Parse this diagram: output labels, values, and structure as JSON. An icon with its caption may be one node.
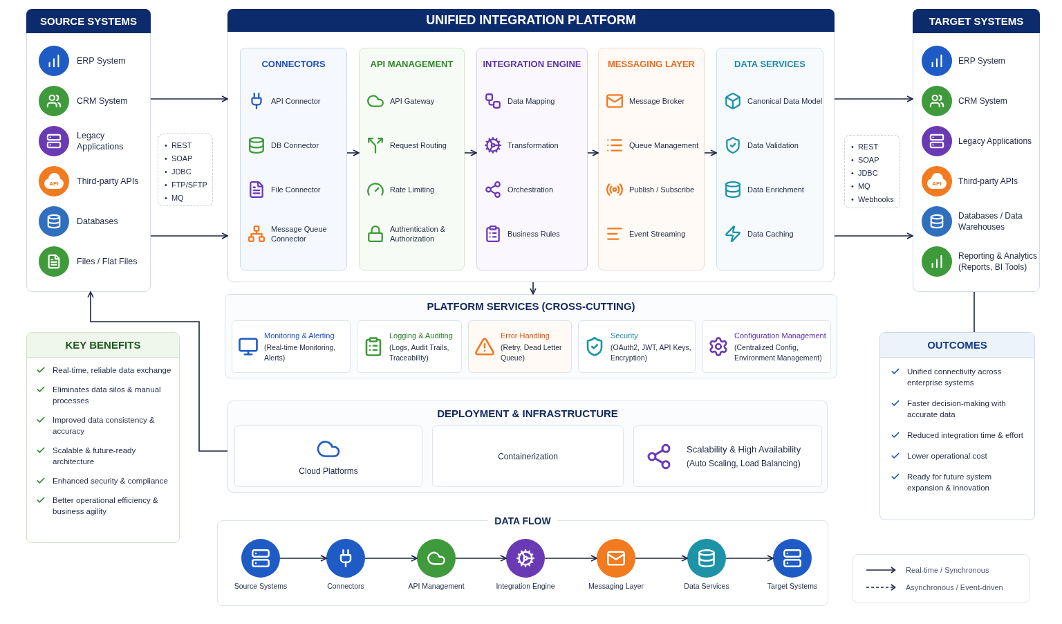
{
  "diagram": {
    "nodes": [
      {
        "text": [
          "SOURCE SYSTEMS",
          "ERP System",
          "CRM System",
          "Legacy Applications",
          "Third-party APIs",
          "Databases",
          "Files / Flat Files"
        ]
      },
      {
        "text": [
          "• REST",
          "• SOAP",
          "• JDBC",
          "• FTP/SFTP",
          "• MQ"
        ]
      },
      {
        "text": [
          "UNIFIED INTEGRATION PLATFORM"
        ]
      },
      {
        "text": [
          "CONNECTORS",
          "API Connector",
          "DB Connector",
          "File Connector",
          "Message Queue Connector"
        ],
        "in": 2
      },
      {
        "text": [
          "API MANAGEMENT",
          "API Gateway",
          "Request Routing",
          "Rate Limiting",
          "Authentication & Authorization"
        ],
        "in": 2
      },
      {
        "text": [
          "INTEGRATION ENGINE",
          "Data Mapping",
          "Transformation",
          "Orchestration",
          "Business Rules"
        ],
        "in": 2
      },
      {
        "text": [
          "MESSAGING LAYER",
          "Message Broker",
          "Queue Management",
          "Publish / Subscribe",
          "Event Streaming"
        ],
        "in": 2
      },
      {
        "text": [
          "DATA SERVICES",
          "Canonical Data Model",
          "Data Validation",
          "Data Enrichment",
          "Data Caching"
        ],
        "in": 2
      },
      {
        "text": [
          "• REST",
          "• SOAP",
          "• JDBC",
          "• MQ",
          "• Webhooks"
        ]
      },
      {
        "text": [
          "TARGET SYSTEMS",
          "ERP System",
          "CRM System",
          "Legacy Applications",
          "Third-party APIs",
          "Databases / Data Warehouses",
          "Reporting & Analytics (Reports, BI Tools)"
        ]
      },
      {
        "text": [
          "PLATFORM SERVICES (CROSS-CUTTING)"
        ]
      },
      {
        "text": [
          "Monitoring & Alerting",
          "(Real-time Monitoring, Alerts)"
        ],
        "in": 10
      },
      {
        "text": [
          "Logging & Auditing",
          "(Logs, Audit Trails, Traceability)"
        ],
        "in": 10
      },
      {
        "text": [
          "Error Handling",
          "(Retry, Dead Letter Queue)"
        ],
        "in": 10
      },
      {
        "text": [
          "Security",
          "(OAuth2, JWT, API Keys, Encryption)"
        ],
        "in": 10
      },
      {
        "text": [
          "Configuration Management",
          "(Centralized Config, Environment Management)"
        ],
        "in": 10
      },
      {
        "text": [
          "KEY BENEFITS",
          "Real-time, reliable data exchange",
          "Eliminates data silos & manual processes",
          "Improved data consistency & accuracy",
          "Scalable & future-ready architecture",
          "Enhanced security & compliance",
          "Better operational efficiency & business agility"
        ]
      },
      {
        "text": [
          "OUTCOMES",
          "Unified connectivity across enterprise systems",
          "Faster decision-making with accurate data",
          "Reduced integration time & effort",
          "Lower operational cost",
          "Ready for future system expansion & innovation"
        ]
      },
      {
        "text": [
          "DEPLOYMENT & INFRASTRUCTURE"
        ]
      },
      {
        "text": [
          "Cloud Platforms"
        ],
        "in": 18
      },
      {
        "text": [
          "Containerization"
        ],
        "in": 18
      },
      {
        "text": [
          "Scalability & High Availability",
          "(Auto Scaling, Load Balancing)"
        ],
        "in": 18
      },
      {
        "text": [
          "DATA FLOW"
        ]
      },
      {
        "text": [],
        "shape": "circle",
        "in": 22,
        "beside": [
          "Source Systems"
        ]
      },
      {
        "text": [],
        "shape": "circle",
        "in": 22,
        "beside": [
          "Connectors"
        ]
      },
      {
        "text": [],
        "shape": "circle",
        "in": 22,
        "beside": [
          "API Management"
        ]
      },
      {
        "text": [],
        "shape": "circle",
        "in": 22,
        "beside": [
          "Integration Engine"
        ]
      },
      {
        "text": [],
        "shape": "circle",
        "in": 22,
        "beside": [
          "Messaging Layer"
        ]
      },
      {
        "text": [],
        "shape": "circle",
        "in": 22,
        "beside": [
          "Data Services"
        ]
      },
      {
        "text": [],
        "shape": "circle",
        "in": 22,
        "beside": [
          "Target Systems"
        ]
      }
    ],
    "edges": [
      {
        "from": 0,
        "to": 2,
        "arrow": "to"
      },
      {
        "from": 0,
        "to": 2,
        "arrow": "to"
      },
      {
        "from": 3,
        "to": 4,
        "arrow": "to"
      },
      {
        "from": 4,
        "to": 5,
        "arrow": "to"
      },
      {
        "from": 5,
        "to": 6,
        "arrow": "to"
      },
      {
        "from": 6,
        "to": 7,
        "arrow": "to"
      },
      {
        "from": 2,
        "to": 9,
        "arrow": "to"
      },
      {
        "from": 2,
        "to": 9,
        "arrow": "to"
      },
      {
        "from": 2,
        "to": 10,
        "arrow": "to"
      },
      {
        "from": 9,
        "to": 17,
        "arrow": "none"
      },
      {
        "from": 18,
        "to": 0,
        "arrow": "to"
      },
      {
        "from": 23,
        "to": 24,
        "arrow": "to"
      },
      {
        "from": 24,
        "to": 25,
        "arrow": "to"
      },
      {
        "from": 25,
        "to": 26,
        "arrow": "to"
      },
      {
        "from": 26,
        "to": 27,
        "arrow": "to"
      },
      {
        "from": 27,
        "to": 28,
        "arrow": "to"
      },
      {
        "from": 28,
        "to": 29,
        "arrow": "to"
      }
    ],
    "labels": [
      "API",
      "API"
    ],
    "legend": [
      {
        "text": "Real-time / Synchronous"
      },
      {
        "text": "Asynchronous / Event-driven"
      }
    ]
  }
}
